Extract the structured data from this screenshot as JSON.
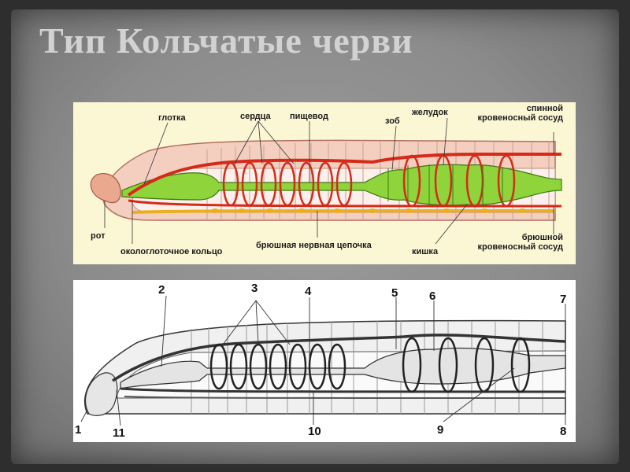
{
  "title": "Тип Кольчатые черви",
  "colors": {
    "background": "#8c8c8c",
    "title_text": "#d2d2d2",
    "color_panel": "#fbf7d5",
    "gut": "#8ed43a",
    "vessel": "#d52a1a",
    "nerve": "#e8b020",
    "body": "#f2c7b8"
  },
  "color_diagram": {
    "labels": {
      "glotka": "глотка",
      "serdca": "сердца",
      "pishchevod": "пищевод",
      "zob": "зоб",
      "zheludok": "желудок",
      "spinnoy_1": "спинной",
      "spinnoy_2": "кровеносный сосуд",
      "rot": "рот",
      "okologlotochnoe": "окологлоточное кольцо",
      "bryushnaya_cepochka": "брюшная нервная цепочка",
      "kishka": "кишка",
      "bryushnoy_1": "брюшной",
      "bryushnoy_2": "кровеносный сосуд"
    }
  },
  "bw_diagram": {
    "numbers": {
      "n1": "1",
      "n2": "2",
      "n3": "3",
      "n4": "4",
      "n5": "5",
      "n6": "6",
      "n7": "7",
      "n8": "8",
      "n9": "9",
      "n10": "10",
      "n11": "11"
    }
  }
}
